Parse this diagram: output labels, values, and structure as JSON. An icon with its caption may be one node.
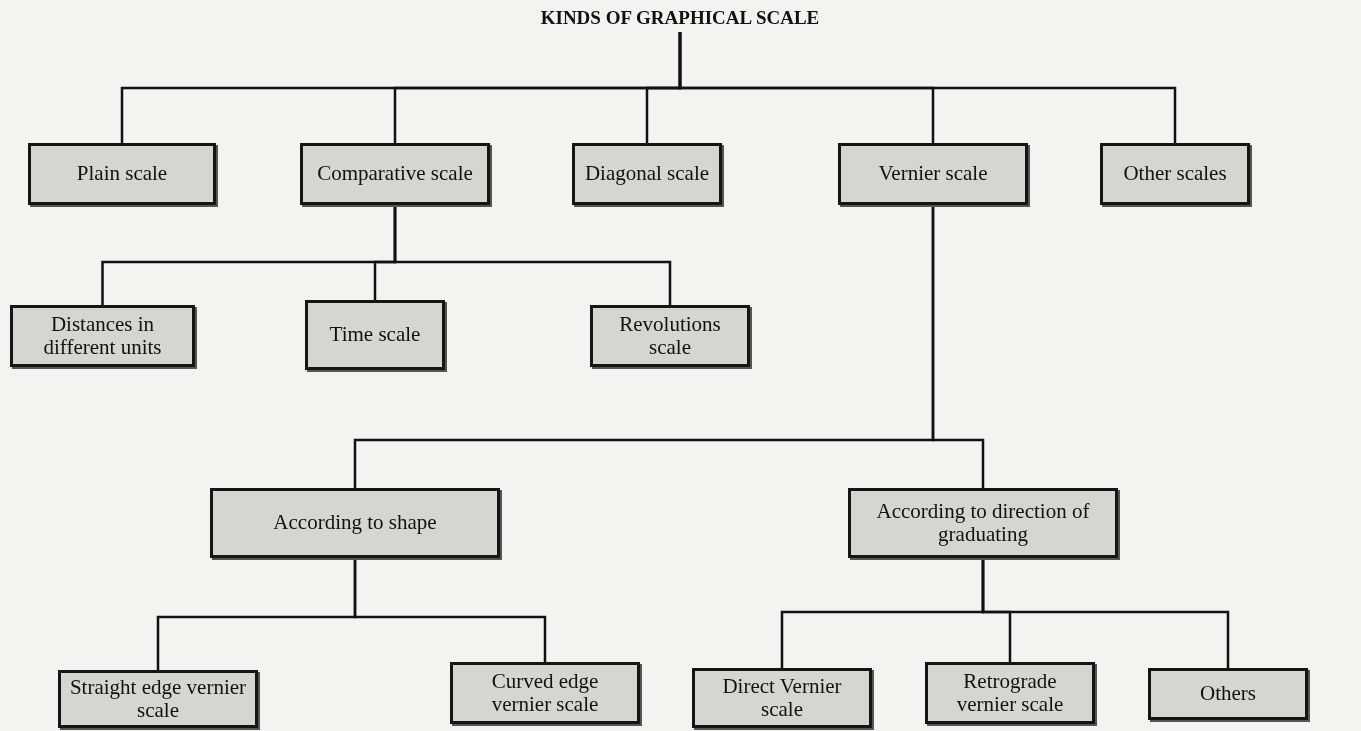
{
  "diagram": {
    "nodes": [
      {
        "text": [
          "KINDS OF GRAPHICAL SCALE"
        ]
      },
      {
        "text": [
          "Plain scale"
        ]
      },
      {
        "text": [
          "Comparative scale"
        ]
      },
      {
        "text": [
          "Diagonal scale"
        ]
      },
      {
        "text": [
          "Vernier scale"
        ]
      },
      {
        "text": [
          "Other scales"
        ]
      },
      {
        "text": [
          "Distances in different units"
        ]
      },
      {
        "text": [
          "Time scale"
        ]
      },
      {
        "text": [
          "Revolutions scale"
        ]
      },
      {
        "text": [
          "According to shape"
        ]
      },
      {
        "text": [
          "According to direction of graduating"
        ]
      },
      {
        "text": [
          "Straight edge vernier scale"
        ]
      },
      {
        "text": [
          "Curved edge vernier scale"
        ]
      },
      {
        "text": [
          "Direct Vernier scale"
        ]
      },
      {
        "text": [
          "Retrograde vernier scale"
        ]
      },
      {
        "text": [
          "Others"
        ]
      }
    ],
    "edges": [
      {
        "from": 0,
        "to": 1,
        "arrow": "none"
      },
      {
        "from": 0,
        "to": 2,
        "arrow": "none"
      },
      {
        "from": 0,
        "to": 3,
        "arrow": "none"
      },
      {
        "from": 0,
        "to": 4,
        "arrow": "none"
      },
      {
        "from": 0,
        "to": 5,
        "arrow": "none"
      },
      {
        "from": 2,
        "to": 6,
        "arrow": "none"
      },
      {
        "from": 2,
        "to": 7,
        "arrow": "none"
      },
      {
        "from": 2,
        "to": 8,
        "arrow": "none"
      },
      {
        "from": 4,
        "to": 9,
        "arrow": "none"
      },
      {
        "from": 4,
        "to": 10,
        "arrow": "none"
      },
      {
        "from": 9,
        "to": 11,
        "arrow": "none"
      },
      {
        "from": 9,
        "to": 12,
        "arrow": "none"
      },
      {
        "from": 10,
        "to": 13,
        "arrow": "none"
      },
      {
        "from": 10,
        "to": 14,
        "arrow": "none"
      },
      {
        "from": 10,
        "to": 15,
        "arrow": "none"
      }
    ]
  }
}
